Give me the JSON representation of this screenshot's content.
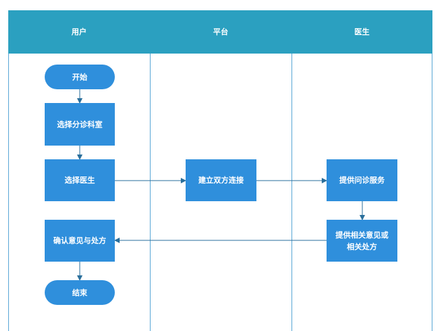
{
  "lanes": {
    "user": "用户",
    "platform": "平台",
    "doctor": "医生"
  },
  "nodes": {
    "start": "开始",
    "choose_department": "选择分诊科室",
    "choose_doctor": "选择医生",
    "confirm_opinion": "确认意见与处方",
    "end": "结束",
    "establish_connection": "建立双方连接",
    "provide_service": "提供问诊服务",
    "provide_opinion": "提供相关意见或\n相关处方"
  },
  "colors": {
    "header": "#2ba0c0",
    "node": "#2f8fdc",
    "lane_line": "#5aa7d6",
    "arrow": "#2a6f9c"
  }
}
